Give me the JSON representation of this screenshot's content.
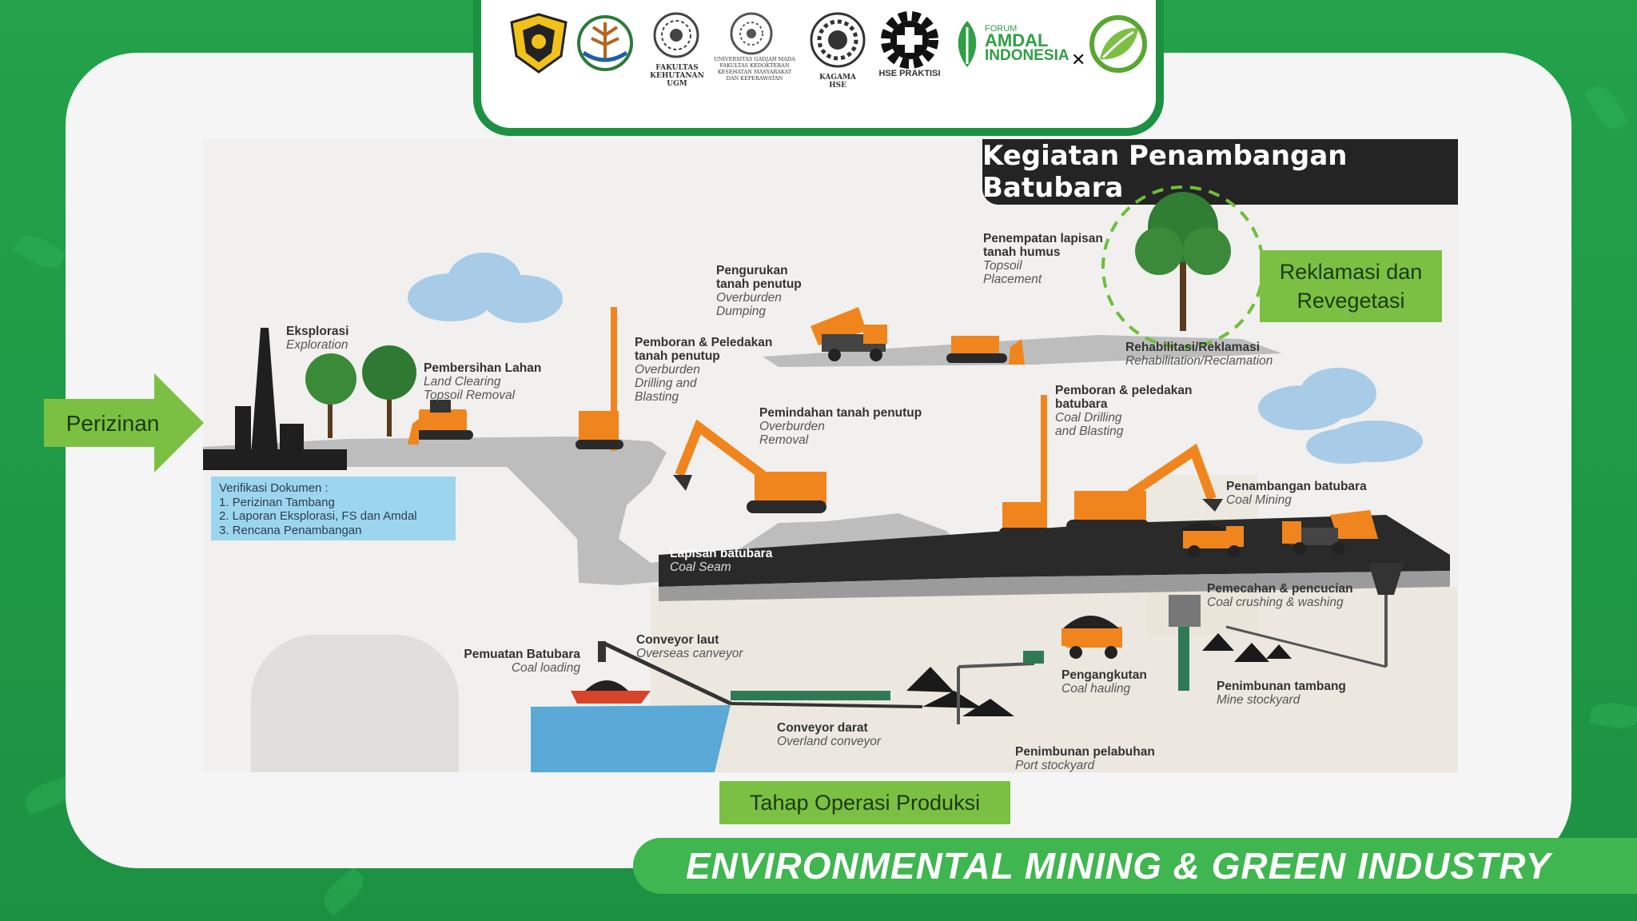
{
  "logos": [
    {
      "name": "esdm-logo",
      "caption": ""
    },
    {
      "name": "klhk-logo",
      "caption": ""
    },
    {
      "name": "ugm-forestry-logo",
      "caption": "FAKULTAS KEHUTANAN UGM"
    },
    {
      "name": "ugm-medicine-logo",
      "caption": "UNIVERSITAS GADJAH MADA FAKULTAS KEDOKTERAN KESEHATAN MASYARAKAT DAN KEPERAWATAN"
    },
    {
      "name": "kagama-hse-logo",
      "caption": "KAGAMA HSE"
    },
    {
      "name": "hse-praktisi-logo",
      "caption": "HSE PRAKTISI"
    },
    {
      "name": "forum-amdal-logo",
      "forum": "FORUM",
      "amdal": "AMDAL",
      "indonesia": "INDONESIA"
    },
    {
      "name": "eco-leaf-logo",
      "caption": ""
    }
  ],
  "diagram": {
    "title": "Kegiatan Penambangan Batubara",
    "steps": [
      {
        "key": "exploration",
        "label": "Eksplorasi",
        "en": "Exploration"
      },
      {
        "key": "land_clearing",
        "label": "Pembersihan Lahan",
        "en1": "Land Clearing",
        "en2": "Topsoil Removal"
      },
      {
        "key": "overburden_drilling",
        "label1": "Pemboran & Peledakan",
        "label2": "tanah penutup",
        "en1": "Overburden",
        "en2": "Drilling and",
        "en3": "Blasting"
      },
      {
        "key": "overburden_dumping",
        "label1": "Pengurukan",
        "label2": "tanah penutup",
        "en1": "Overburden",
        "en2": "Dumping"
      },
      {
        "key": "topsoil_placement",
        "label1": "Penempatan lapisan",
        "label2": "tanah humus",
        "en1": "Topsoil",
        "en2": "Placement"
      },
      {
        "key": "rehabilitation",
        "label": "Rehabilitasi/Reklamasi",
        "en": "Rehabilitation/Reclamation"
      },
      {
        "key": "overburden_removal",
        "label": "Pemindahan tanah penutup",
        "en1": "Overburden",
        "en2": "Removal"
      },
      {
        "key": "coal_drilling",
        "label1": "Pemboran & peledakan",
        "label2": "batubara",
        "en1": "Coal Drilling",
        "en2": "and Blasting"
      },
      {
        "key": "coal_mining",
        "label": "Penambangan batubara",
        "en": "Coal Mining"
      },
      {
        "key": "coal_seam",
        "label": "Lapisan batubara",
        "en": "Coal Seam"
      },
      {
        "key": "crushing",
        "label": "Pemecahan & pencucian",
        "en": "Coal crushing & washing"
      },
      {
        "key": "hauling",
        "label": "Pengangkutan",
        "en": "Coal hauling"
      },
      {
        "key": "mine_stockyard",
        "label": "Penimbunan tambang",
        "en": "Mine stockyard"
      },
      {
        "key": "overland_conveyor",
        "label": "Conveyor darat",
        "en": "Overland conveyor"
      },
      {
        "key": "port_stockyard",
        "label": "Penimbunan pelabuhan",
        "en": "Port stockyard"
      },
      {
        "key": "overseas_conveyor",
        "label": "Conveyor laut",
        "en": "Overseas canveyor"
      },
      {
        "key": "coal_loading",
        "label": "Pemuatan Batubara",
        "en": "Coal loading"
      }
    ],
    "verification": {
      "title": "Verifikasi Dokumen :",
      "items": [
        "1.  Perizinan Tambang",
        "2.  Laporan Eksplorasi, FS dan Amdal",
        "3.  Rencana Penambangan"
      ]
    }
  },
  "labels": {
    "perizinan": "Perizinan",
    "reklamasi_line1": "Reklamasi dan",
    "reklamasi_line2": "Revegetasi",
    "tahap": "Tahap Operasi Produksi"
  },
  "banner": "ENVIRONMENTAL MINING & GREEN INDUSTRY",
  "colors": {
    "brand_green": "#1c9142",
    "label_green": "#7bc043",
    "banner_green": "#3fb64f",
    "machine_orange": "#f0851e",
    "title_dark": "#242424",
    "verify_blue": "#9cd6ee"
  }
}
